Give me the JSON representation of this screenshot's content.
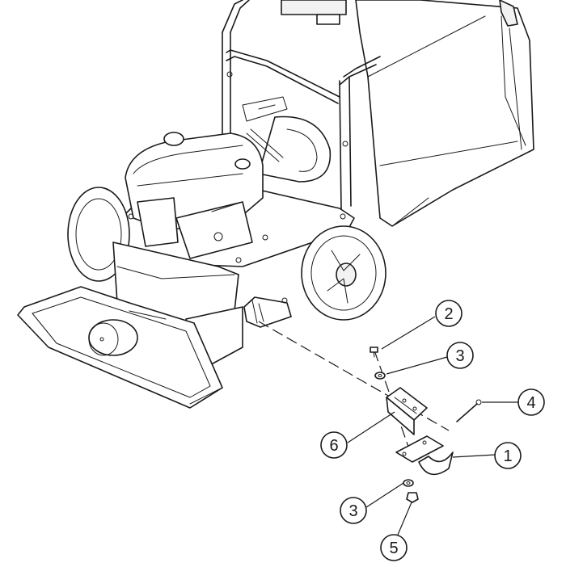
{
  "callouts": [
    {
      "id": "c2",
      "label": "2"
    },
    {
      "id": "c3a",
      "label": "3"
    },
    {
      "id": "c4",
      "label": "4"
    },
    {
      "id": "c6",
      "label": "6"
    },
    {
      "id": "c1",
      "label": "1"
    },
    {
      "id": "c3b",
      "label": "3"
    },
    {
      "id": "c5",
      "label": "5"
    }
  ]
}
